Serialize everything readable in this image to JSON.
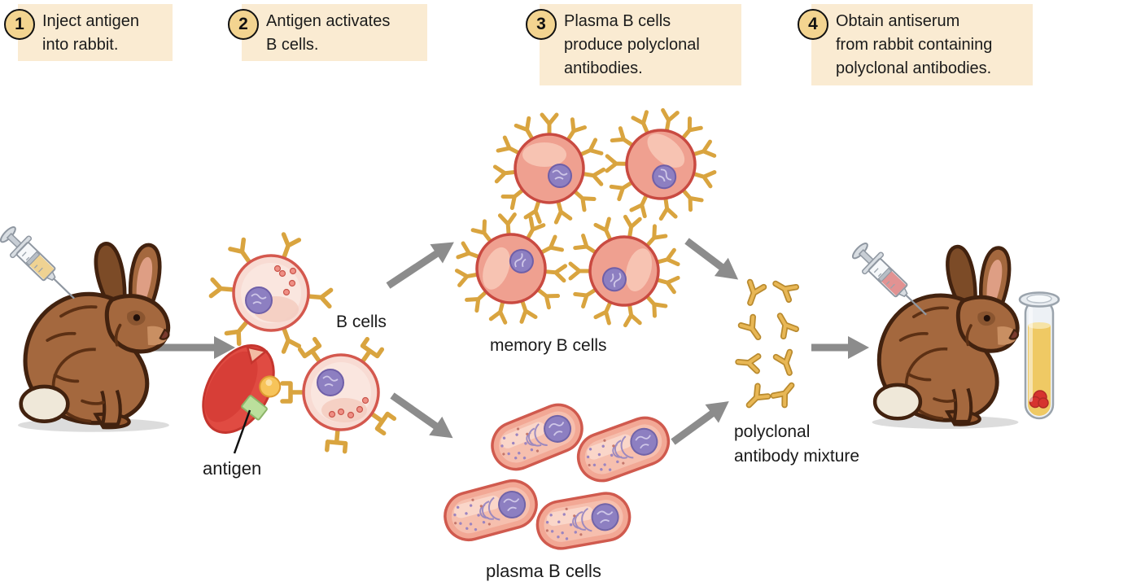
{
  "steps": [
    {
      "number": "1",
      "text": "Inject antigen\ninto rabbit."
    },
    {
      "number": "2",
      "text": "Antigen activates\nB cells."
    },
    {
      "number": "3",
      "text": "Plasma B cells\nproduce polyclonal\nantibodies."
    },
    {
      "number": "4",
      "text": "Obtain antiserum\nfrom rabbit containing\npolyclonal antibodies."
    }
  ],
  "labels": {
    "b_cells": "B cells",
    "antigen": "antigen",
    "memory_b_cells": "memory B cells",
    "plasma_b_cells": "plasma B cells",
    "polyclonal_mixture": "polyclonal\nantibody mixture"
  },
  "figures": {
    "left_rabbit": "rabbit receiving antigen injection (yellow syringe)",
    "right_rabbit": "rabbit having blood drawn (red syringe)",
    "test_tube": "test tube of antiserum with yellow serum and red clot",
    "b_cells_count": 2,
    "memory_b_cells_count": 4,
    "plasma_b_cells_count": 4,
    "antibody_y_shapes_count": 8,
    "gray_arrows_count": 6
  },
  "colors": {
    "step_box_bg": "#FAEBD2",
    "step_badge_bg": "#F3D490",
    "badge_border": "#111111",
    "arrow_gray": "#8C8C8C",
    "antibody_gold": "#E8B755",
    "antibody_gold_dark": "#B98A2E",
    "b_cell_fill": "#F8DBD3",
    "b_cell_border": "#D4584E",
    "memory_cell_fill": "#EFA090",
    "memory_cell_border": "#C94A41",
    "plasma_cell_fill": "#F2A895",
    "nucleus_purple": "#8D7FC1",
    "antigen_red": "#E04B42",
    "epitope_yellow": "#F7C45A",
    "epitope_green": "#BBDF9C",
    "serum_yellow": "#EFC964",
    "blood_red": "#D6332F",
    "rabbit_brown": "#A4683E",
    "text_color": "#1A1A1A"
  }
}
